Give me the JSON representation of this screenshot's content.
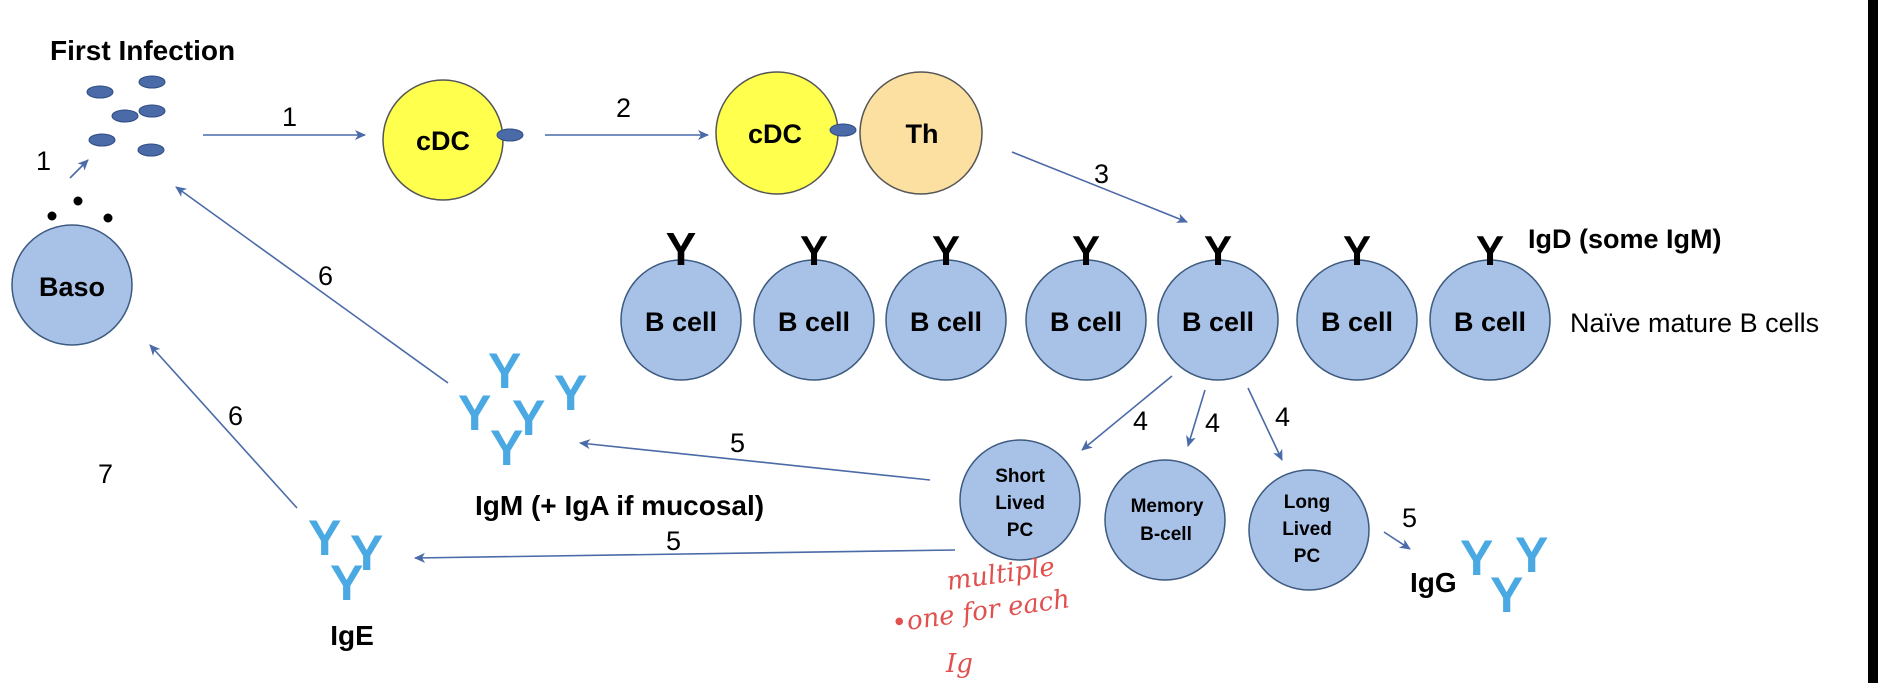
{
  "colors": {
    "cell_fill": "#a8c1e6",
    "cell_stroke": "#3d5a80",
    "cdc_fill": "#ffff4d",
    "th_fill": "#fbe0a1",
    "arrow": "#4a6aa8",
    "antibody_blue": "#4aa9e2",
    "note_red": "#e0504e"
  },
  "title": "First Infection",
  "cells": {
    "cdc_1": "cDC",
    "cdc_2": "cDC",
    "th": "Th",
    "baso": "Baso",
    "b_cell": "B cell",
    "short_lived_pc": [
      "Short",
      "Lived",
      "PC"
    ],
    "memory_b_cell": [
      "Memory",
      "B-cell"
    ],
    "long_lived_pc": [
      "Long",
      "Lived",
      "PC"
    ]
  },
  "labels": {
    "igd": "IgD (some IgM)",
    "naive": "Naïve mature B cells",
    "igm": "IgM (+ IgA if mucosal)",
    "ige": "IgE",
    "igg": "IgG"
  },
  "steps": {
    "s1a": "1",
    "s1b": "1",
    "s2": "2",
    "s3": "3",
    "s4a": "4",
    "s4b": "4",
    "s4c": "4",
    "s5a": "5",
    "s5b": "5",
    "s5c": "5",
    "s6a": "6",
    "s6b": "6",
    "s7": "7"
  },
  "receptor_colors": [
    "#111111",
    "#e03030",
    "#3aa64a",
    "#f2b631",
    "#4aa9e2",
    "#f7e3a5",
    "#a9a9a9"
  ],
  "antibody_glyph": "Y",
  "handwritten_note": [
    "multiple",
    "•one for each",
    "Ig"
  ]
}
